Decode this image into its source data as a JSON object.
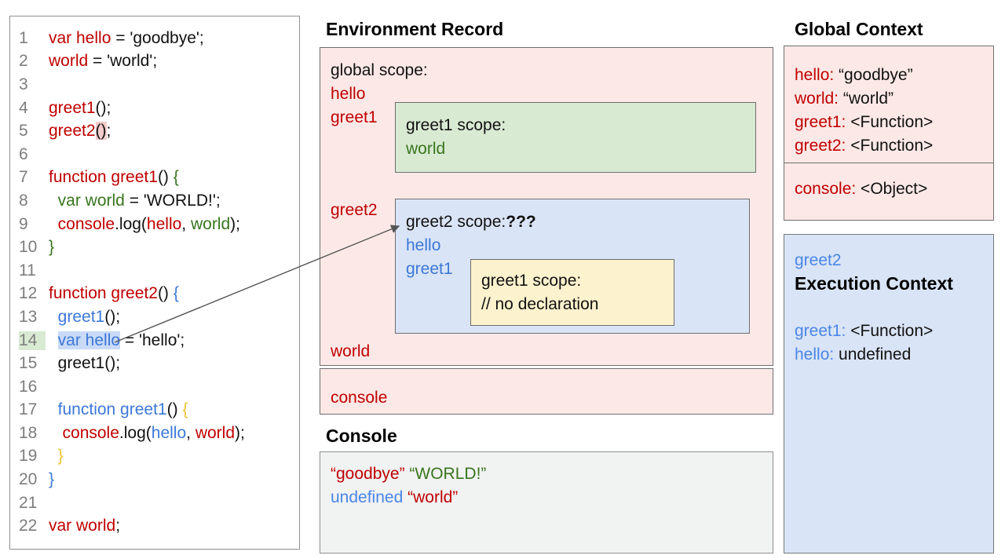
{
  "code": {
    "lines": [
      {
        "n": "1",
        "tokens": [
          {
            "t": "var hello",
            "c": "red"
          },
          {
            "t": " = 'goodbye';",
            "c": "black"
          }
        ]
      },
      {
        "n": "2",
        "tokens": [
          {
            "t": "world",
            "c": "red"
          },
          {
            "t": " = 'world';",
            "c": "black"
          }
        ]
      },
      {
        "n": "3",
        "tokens": []
      },
      {
        "n": "4",
        "tokens": [
          {
            "t": "greet1",
            "c": "red"
          },
          {
            "t": "();",
            "c": "black"
          }
        ]
      },
      {
        "n": "5",
        "tokens": [
          {
            "t": "greet2",
            "c": "red"
          },
          {
            "t": "()",
            "c": "black",
            "h": "pink"
          },
          {
            "t": ";",
            "c": "black"
          }
        ]
      },
      {
        "n": "6",
        "tokens": []
      },
      {
        "n": "7",
        "tokens": [
          {
            "t": "function greet1",
            "c": "red"
          },
          {
            "t": "() ",
            "c": "black"
          },
          {
            "t": "{",
            "c": "green"
          }
        ]
      },
      {
        "n": "8",
        "tokens": [
          {
            "t": "  ",
            "c": "black"
          },
          {
            "t": "var world",
            "c": "green"
          },
          {
            "t": " = 'WORLD!';",
            "c": "black"
          }
        ]
      },
      {
        "n": "9",
        "tokens": [
          {
            "t": "  ",
            "c": "black"
          },
          {
            "t": "console",
            "c": "red"
          },
          {
            "t": ".log(",
            "c": "black"
          },
          {
            "t": "hello",
            "c": "red"
          },
          {
            "t": ", ",
            "c": "black"
          },
          {
            "t": "world",
            "c": "green"
          },
          {
            "t": ");",
            "c": "black"
          }
        ]
      },
      {
        "n": "10",
        "tokens": [
          {
            "t": "}",
            "c": "green"
          }
        ]
      },
      {
        "n": "11",
        "tokens": []
      },
      {
        "n": "12",
        "tokens": [
          {
            "t": "function greet2",
            "c": "red"
          },
          {
            "t": "() ",
            "c": "black"
          },
          {
            "t": "{",
            "c": "blue"
          }
        ]
      },
      {
        "n": "13",
        "tokens": [
          {
            "t": "  ",
            "c": "black"
          },
          {
            "t": "greet1",
            "c": "blue"
          },
          {
            "t": "();",
            "c": "black"
          }
        ]
      },
      {
        "n": "14",
        "nh": true,
        "tokens": [
          {
            "t": "  ",
            "c": "black"
          },
          {
            "t": "var hello",
            "c": "blue",
            "h": "blue"
          },
          {
            "t": " = 'hello';",
            "c": "black"
          }
        ]
      },
      {
        "n": "15",
        "tokens": [
          {
            "t": "  ",
            "c": "black"
          },
          {
            "t": "greet1();",
            "c": "black"
          }
        ]
      },
      {
        "n": "16",
        "tokens": []
      },
      {
        "n": "17",
        "tokens": [
          {
            "t": "  ",
            "c": "black"
          },
          {
            "t": "function greet1",
            "c": "blue"
          },
          {
            "t": "() ",
            "c": "black"
          },
          {
            "t": "{",
            "c": "yellow"
          }
        ]
      },
      {
        "n": "18",
        "tokens": [
          {
            "t": "   ",
            "c": "black"
          },
          {
            "t": "console",
            "c": "red"
          },
          {
            "t": ".log(",
            "c": "black"
          },
          {
            "t": "hello",
            "c": "blue"
          },
          {
            "t": ", ",
            "c": "black"
          },
          {
            "t": "world",
            "c": "red"
          },
          {
            "t": ");",
            "c": "black"
          }
        ]
      },
      {
        "n": "19",
        "tokens": [
          {
            "t": "  ",
            "c": "black"
          },
          {
            "t": "}",
            "c": "yellow"
          }
        ]
      },
      {
        "n": "20",
        "tokens": [
          {
            "t": "}",
            "c": "blue"
          }
        ]
      },
      {
        "n": "21",
        "tokens": []
      },
      {
        "n": "22",
        "tokens": [
          {
            "t": "var world",
            "c": "red"
          },
          {
            "t": ";",
            "c": "black"
          }
        ]
      }
    ]
  },
  "environment_record": {
    "title": "Environment Record",
    "rows": {
      "global_scope": [
        {
          "t": "global scope:",
          "c": "black"
        }
      ],
      "hello": [
        {
          "t": "hello",
          "c": "red"
        }
      ],
      "greet1": [
        {
          "t": "greet1",
          "c": "red"
        }
      ],
      "greet2": [
        {
          "t": "greet2",
          "c": "red"
        }
      ],
      "world": [
        {
          "t": "world",
          "c": "red"
        }
      ],
      "console": [
        {
          "t": "console",
          "c": "red"
        }
      ]
    },
    "greet1_scope": {
      "title": [
        {
          "t": "greet1 scope:",
          "c": "black"
        }
      ],
      "world": [
        {
          "t": "world",
          "c": "green"
        }
      ]
    },
    "greet2_scope": {
      "title": [
        {
          "t": "greet2 scope:",
          "c": "black"
        },
        {
          "t": "???",
          "c": "black",
          "b": true
        }
      ],
      "hello": [
        {
          "t": "hello",
          "c": "blue"
        }
      ],
      "greet1": [
        {
          "t": "greet1",
          "c": "blue"
        }
      ],
      "inner_greet1_scope": {
        "title": [
          {
            "t": "greet1 scope:",
            "c": "black"
          }
        ],
        "comment": [
          {
            "t": "// no declaration",
            "c": "black"
          }
        ]
      }
    }
  },
  "console_panel": {
    "title": "Console",
    "lines": [
      [
        {
          "t": "“goodbye”",
          "c": "red"
        },
        {
          "t": " ",
          "c": "black"
        },
        {
          "t": "“WORLD!”",
          "c": "green"
        }
      ],
      [
        {
          "t": "undefined",
          "c": "lblue"
        },
        {
          "t": " ",
          "c": "black"
        },
        {
          "t": "“world”",
          "c": "red"
        }
      ]
    ]
  },
  "global_context": {
    "title": "Global Context",
    "vars": [
      [
        {
          "t": "hello:",
          "c": "red"
        },
        {
          "t": " “goodbye”",
          "c": "black"
        }
      ],
      [
        {
          "t": "world:",
          "c": "red"
        },
        {
          "t": " “world”",
          "c": "black"
        }
      ],
      [
        {
          "t": "greet1:",
          "c": "red"
        },
        {
          "t": " <Function>",
          "c": "black"
        }
      ],
      [
        {
          "t": "greet2:",
          "c": "red"
        },
        {
          "t": " <Function>",
          "c": "black"
        }
      ]
    ],
    "console_row": [
      {
        "t": "console:",
        "c": "red"
      },
      {
        "t": " <Object>",
        "c": "black"
      }
    ]
  },
  "execution_context": {
    "function_name": [
      {
        "t": "greet2",
        "c": "lblue"
      }
    ],
    "title": "Execution Context",
    "rows": [
      [
        {
          "t": "greet1:",
          "c": "lblue"
        },
        {
          "t": " <Function>",
          "c": "black"
        }
      ],
      [
        {
          "t": "hello:",
          "c": "lblue"
        },
        {
          "t": " undefined",
          "c": "black"
        }
      ]
    ]
  }
}
